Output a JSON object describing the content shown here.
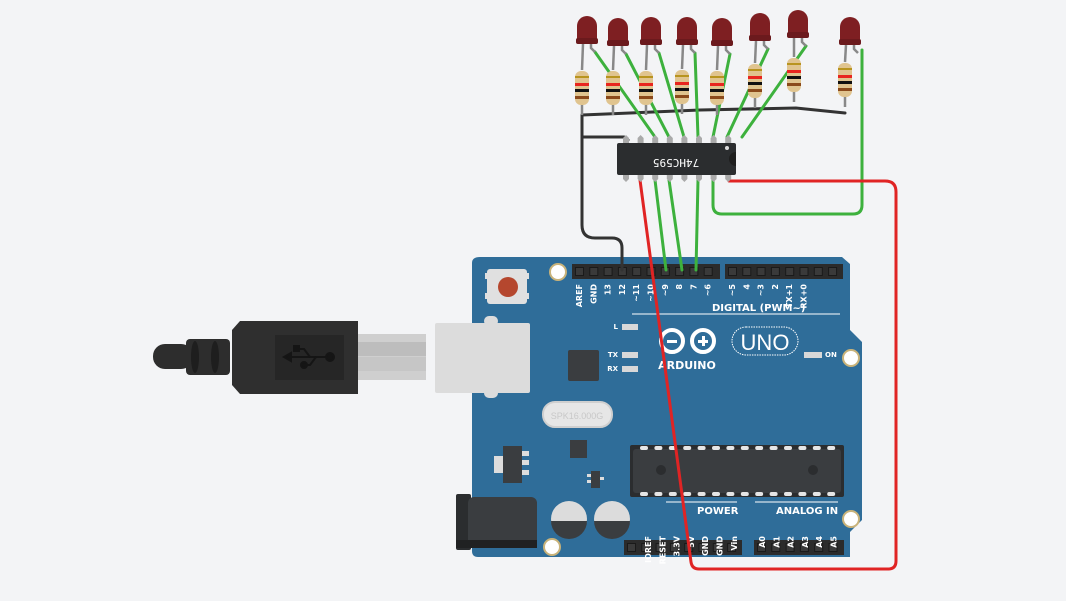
{
  "board": {
    "name": "Arduino Uno",
    "brand": "ARDUINO",
    "model": "UNO",
    "crystal": "SPK16.000G",
    "digital_label": "DIGITAL (PWM~)",
    "power_label": "POWER",
    "analog_label": "ANALOG IN",
    "led_labels": {
      "l": "L",
      "tx": "TX",
      "rx": "RX",
      "on": "ON"
    },
    "digital_pins": [
      "AREF",
      "GND",
      "13",
      "12",
      "~11",
      "~10",
      "~9",
      "8",
      "7",
      "~6",
      "~5",
      "4",
      "~3",
      "2",
      "TX+1",
      "RX+0"
    ],
    "power_pins": [
      "IOREF",
      "RESET",
      "3.3V",
      "5V",
      "GND",
      "GND",
      "Vin"
    ],
    "analog_pins": [
      "A0",
      "A1",
      "A2",
      "A3",
      "A4",
      "A5"
    ],
    "colors": {
      "pcb": "#2f6d99",
      "header": "#2b2b2b",
      "reset_button": "#b5472e"
    }
  },
  "shift_register": {
    "label": "74HC595"
  },
  "leds": {
    "count": 8,
    "color": "#7e1f22"
  },
  "resistors": {
    "count": 8
  },
  "wire_colors": {
    "green": "#3db13d",
    "red": "#e02424",
    "black": "#333333"
  }
}
